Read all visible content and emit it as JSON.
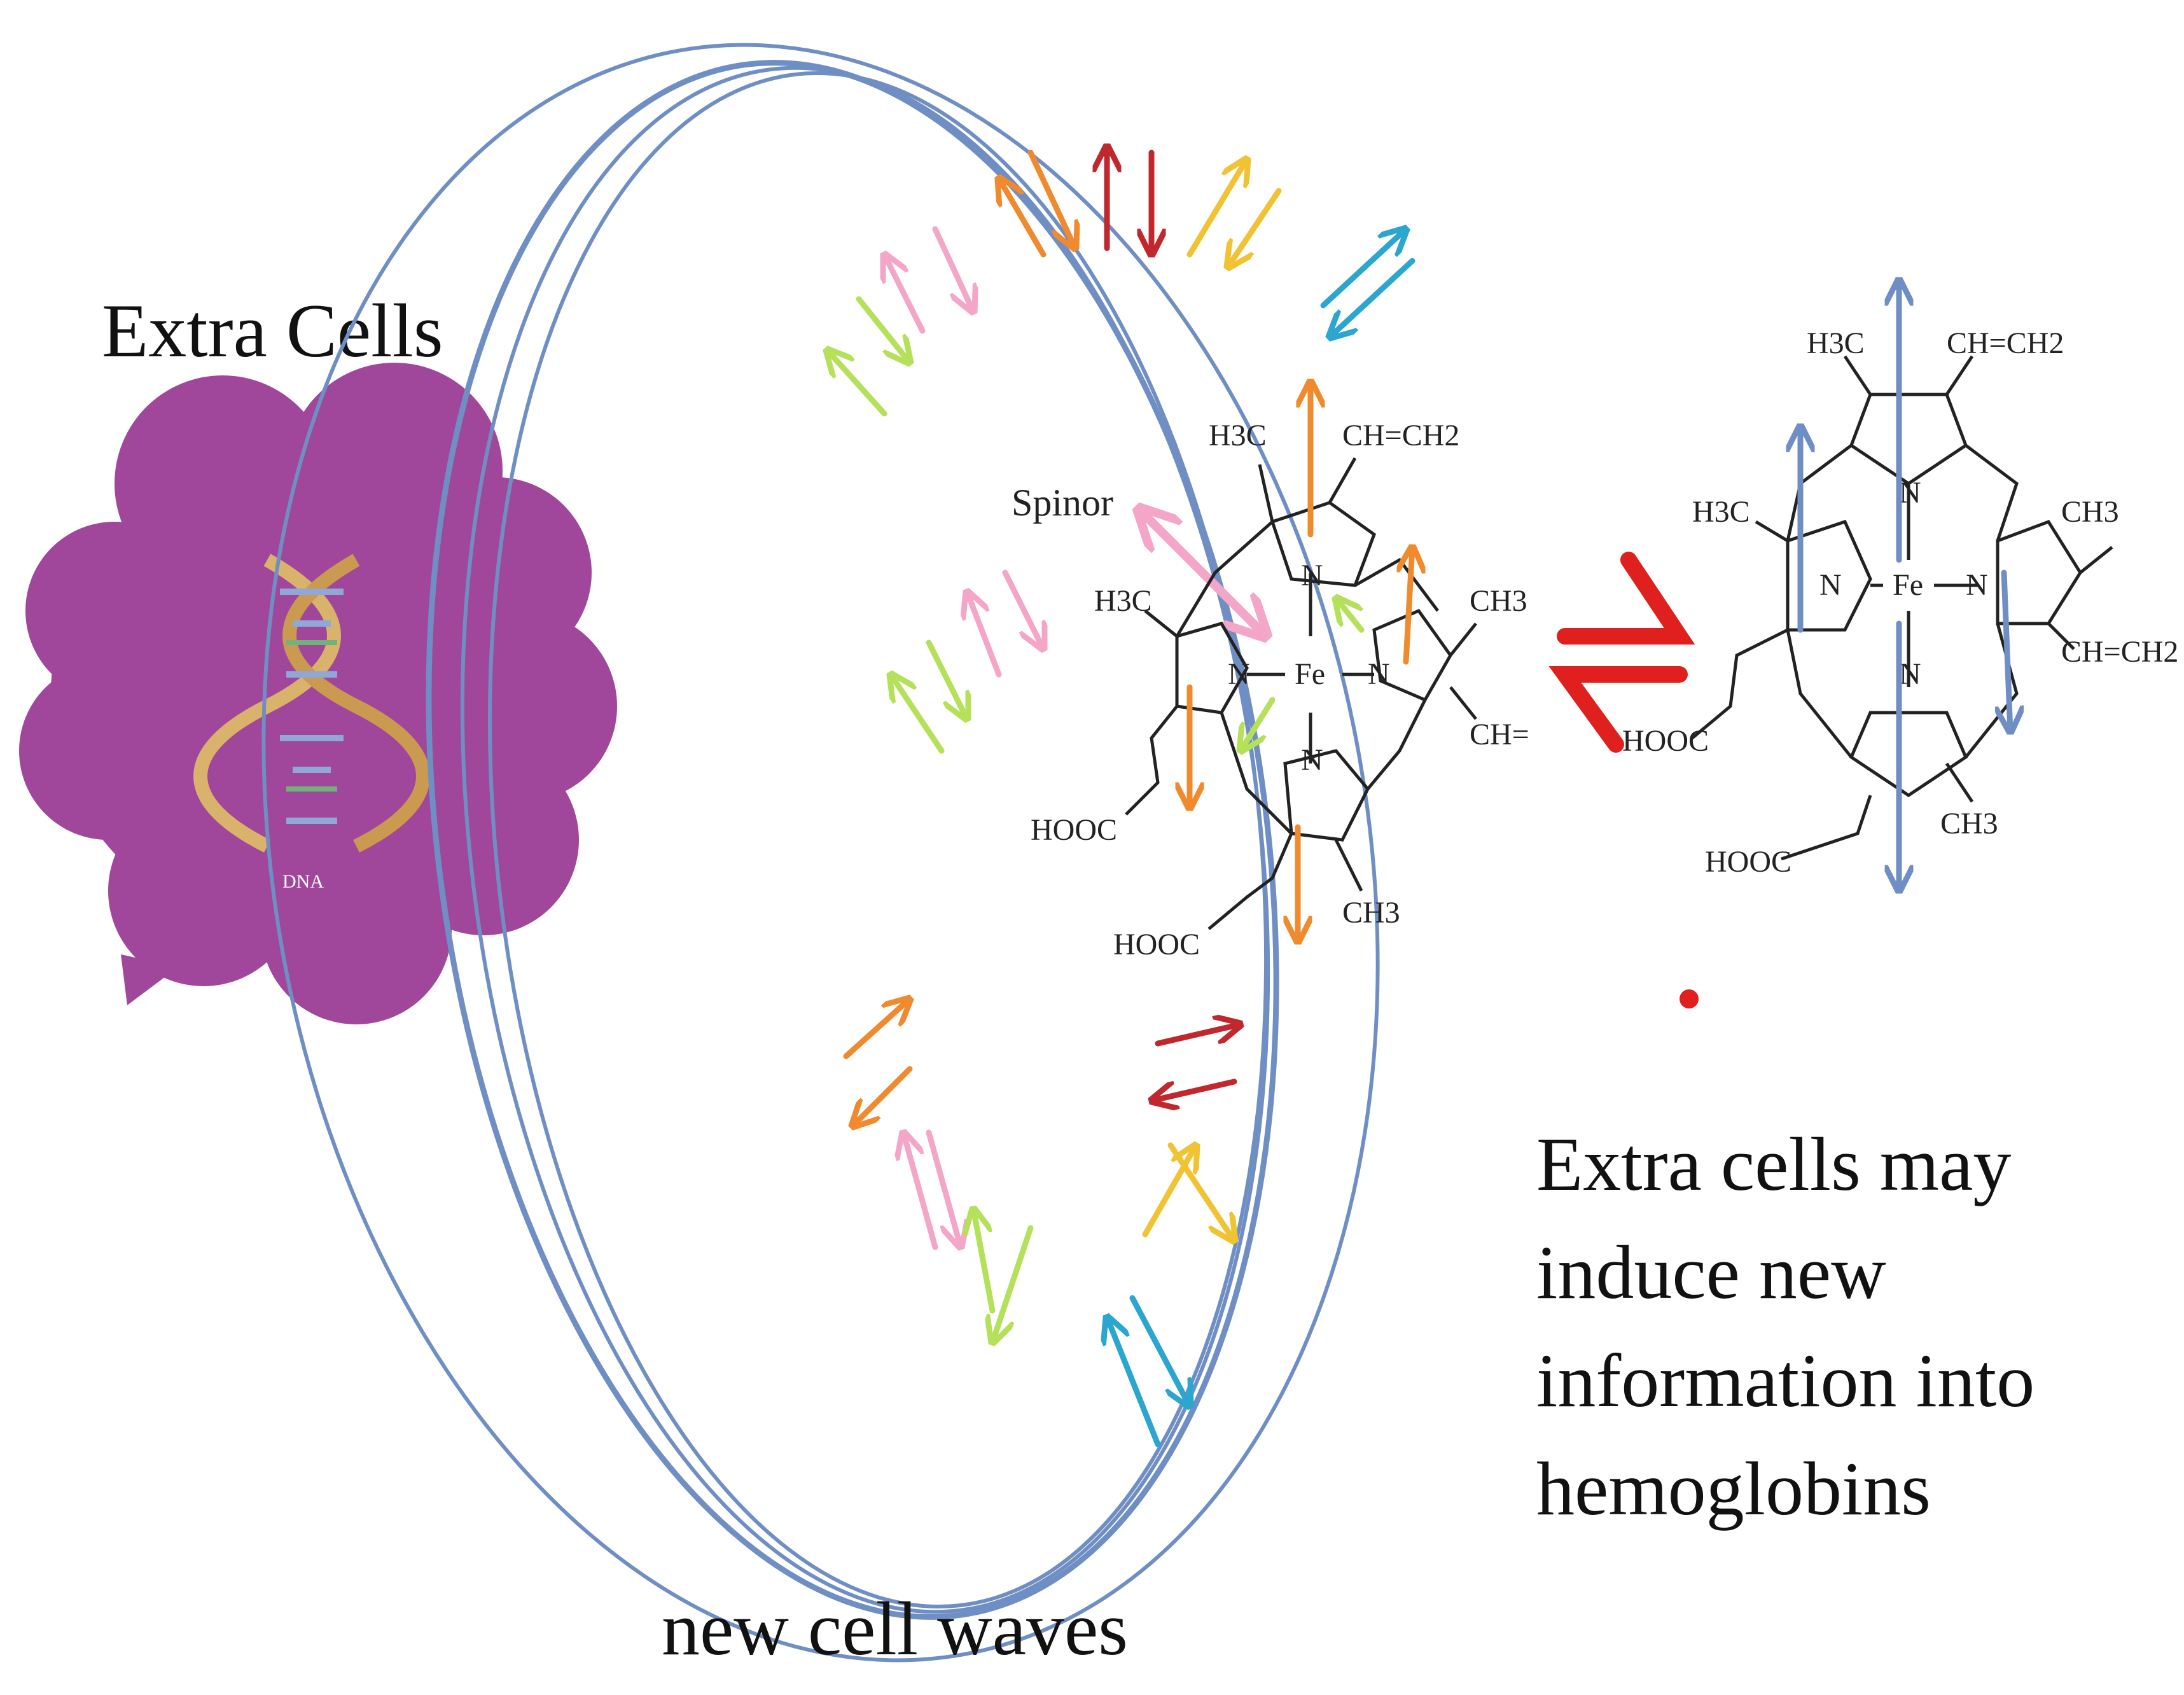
{
  "labels": {
    "extra_cells_title": "Extra Cells",
    "dna_caption": "DNA",
    "new_cell_waves": "new cell waves",
    "spinor": "Spinor",
    "caption_lines": [
      "Extra cells may",
      "induce new",
      "information into",
      "hemoglobins"
    ]
  },
  "molecule_left": {
    "h3c_top": "H3C",
    "vinyl_top": "CH=CH2",
    "h3c_left": "H3C",
    "ch3_right": "CH3",
    "ch_right": "CH=",
    "ch3_bottom": "CH3",
    "hooc_left": "HOOC",
    "hooc_bottom": "HOOC",
    "fe": "Fe",
    "n": "N"
  },
  "molecule_right": {
    "h3c_top": "H3C",
    "vinyl_top": "CH=CH2",
    "h3c_left": "H3C",
    "ch3_right": "CH3",
    "vinyl_right": "CH=CH2",
    "ch3_bottom": "CH3",
    "hooc_left": "HOOC",
    "hooc_bottom": "HOOC",
    "fe": "Fe",
    "n": "N"
  },
  "colors": {
    "cloud": "#a0479b",
    "wave": "#6f8fc4",
    "equilibrium": "#e0201e",
    "dna_gold": "#d9b26b",
    "arrows": [
      "#f08a2e",
      "#f4a6c8",
      "#b4e05a",
      "#c0282d",
      "#f1c232",
      "#2aa6cf",
      "#6f8fc4"
    ]
  }
}
